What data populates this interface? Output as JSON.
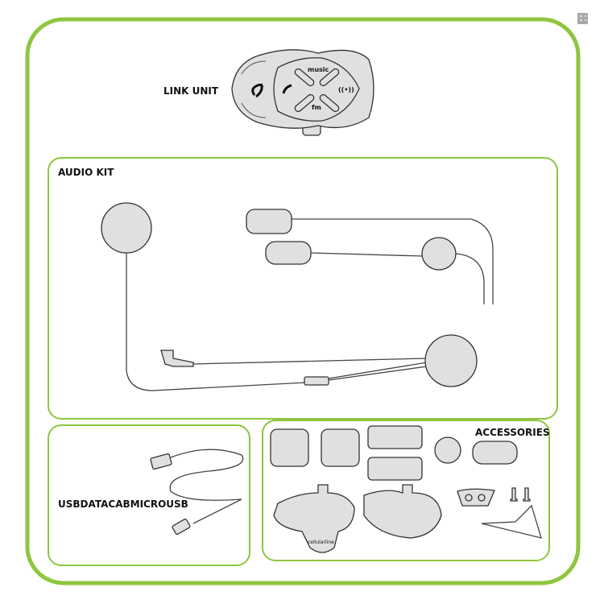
{
  "colors": {
    "frame": "#8dc63f",
    "part_fill": "#e0e0e0",
    "outline": "#333333"
  },
  "link_unit": {
    "label": "LINK UNIT",
    "buttons": {
      "top": "music",
      "bottom": "fm"
    },
    "icons": [
      "brand-logo-icon",
      "phone-icon",
      "intercom-icon"
    ]
  },
  "audio_kit": {
    "label": "AUDIO KIT"
  },
  "usb_cable": {
    "label": "USBDATACABMICROUSB"
  },
  "accessories": {
    "label": "ACCESSORIES",
    "logo_text": "cellularline"
  },
  "corner_icon": "expand-icon"
}
